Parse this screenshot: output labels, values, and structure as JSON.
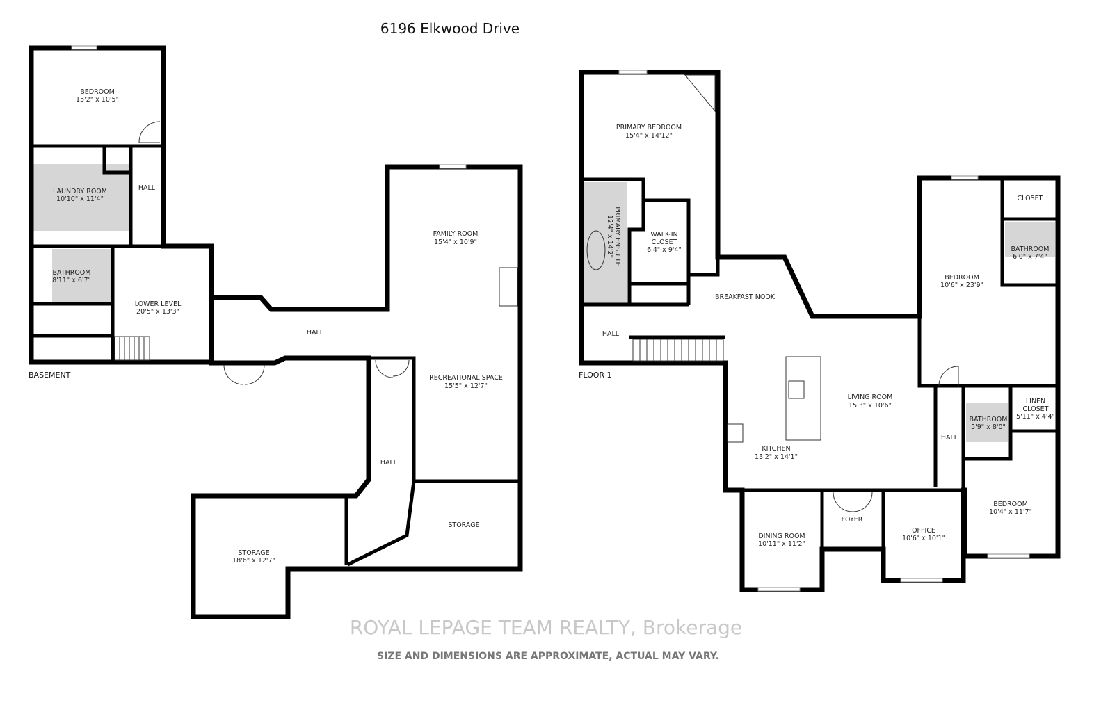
{
  "title": "6196 Elkwood Drive",
  "basement": {
    "label": "BASEMENT",
    "rooms": [
      {
        "name": "BEDROOM",
        "size": "15'2\" x 10'5\""
      },
      {
        "name": "LAUNDRY ROOM",
        "size": "10'10\" x 11'4\""
      },
      {
        "name": "HALL"
      },
      {
        "name": "BATHROOM",
        "size": "8'11\" x 6'7\""
      },
      {
        "name": "LOWER LEVEL",
        "size": "20'5\" x 13'3\""
      },
      {
        "name": "HALL"
      },
      {
        "name": "FAMILY ROOM",
        "size": "15'4\" x 10'9\""
      },
      {
        "name": "RECREATIONAL SPACE",
        "size": "15'5\" x 12'7\""
      },
      {
        "name": "HALL"
      },
      {
        "name": "STORAGE"
      },
      {
        "name": "STORAGE",
        "size": "18'6\" x 12'7\""
      }
    ]
  },
  "floor1": {
    "label": "FLOOR 1",
    "rooms": [
      {
        "name": "PRIMARY BEDROOM",
        "size": "15'4\" x 14'12\""
      },
      {
        "name": "PRIMARY ENSUITE",
        "size": "12'4\" x 14'2\""
      },
      {
        "name": "WALK-IN",
        "name2": "CLOSET",
        "size": "6'4\" x 9'4\""
      },
      {
        "name": "BREAKFAST NOOK"
      },
      {
        "name": "HALL"
      },
      {
        "name": "CLOSET"
      },
      {
        "name": "BATHROOM",
        "size": "6'0\" x 7'4\""
      },
      {
        "name": "BEDROOM",
        "size": "10'6\" x 23'9\""
      },
      {
        "name": "LIVING ROOM",
        "size": "15'3\" x 10'6\""
      },
      {
        "name": "LINEN",
        "name2": "CLOSET",
        "size": "5'11\" x 4'4\""
      },
      {
        "name": "BATHROOM",
        "size": "5'9\" x 8'0\""
      },
      {
        "name": "HALL"
      },
      {
        "name": "KITCHEN",
        "size": "13'2\" x 14'1\""
      },
      {
        "name": "BEDROOM",
        "size": "10'4\" x 11'7\""
      },
      {
        "name": "FOYER"
      },
      {
        "name": "DINING ROOM",
        "size": "10'11\" x 11'2\""
      },
      {
        "name": "OFFICE",
        "size": "10'6\" x 10'1\""
      }
    ]
  },
  "watermark": "ROYAL LEPAGE TEAM REALTY, Brokerage",
  "footer": "SIZE AND DIMENSIONS ARE APPROXIMATE, ACTUAL MAY VARY."
}
